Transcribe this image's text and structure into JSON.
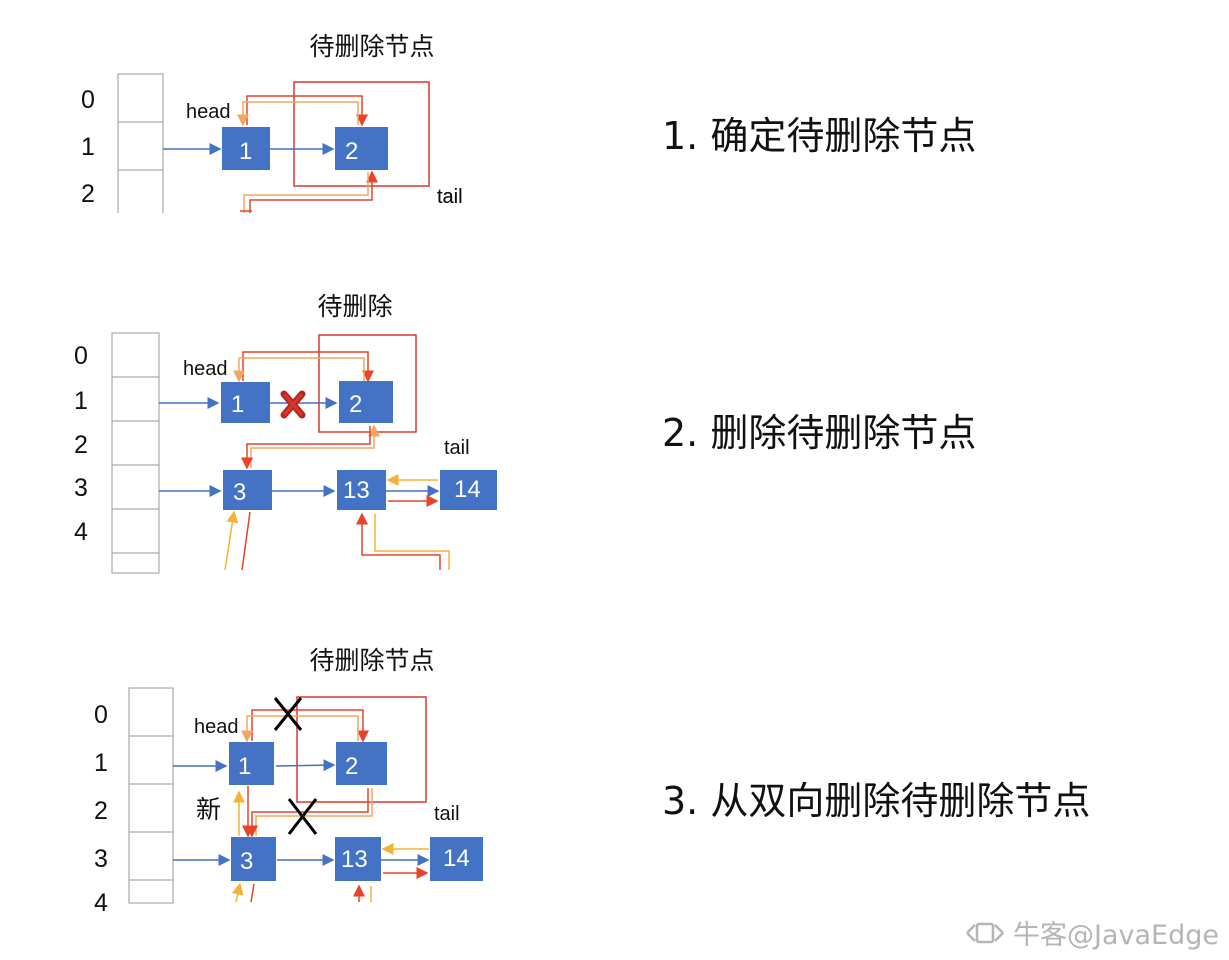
{
  "panels": [
    {
      "title": "待删除节点",
      "indices": [
        "0",
        "1",
        "2"
      ],
      "head_label": "head",
      "tail_label": "tail",
      "nodes": [
        "1",
        "2"
      ],
      "step_text": "1. 确定待删除节点"
    },
    {
      "title": "待删除",
      "indices": [
        "0",
        "1",
        "2",
        "3",
        "4"
      ],
      "head_label": "head",
      "tail_label": "tail",
      "nodes": [
        "1",
        "2",
        "3",
        "13",
        "14"
      ],
      "step_text": "2. 删除待删除节点"
    },
    {
      "title": "待删除节点",
      "indices": [
        "0",
        "1",
        "2",
        "3",
        "4"
      ],
      "head_label": "head",
      "tail_label": "tail",
      "new_label": "新",
      "nodes": [
        "1",
        "2",
        "3",
        "13",
        "14"
      ],
      "step_text": "3. 从双向删除待删除节点"
    }
  ],
  "watermark": {
    "text": "牛客@JavaEdge",
    "icon": "brand-logo-icon"
  },
  "colors": {
    "node_fill": "#4472C4",
    "link_arrow": "#4472C4",
    "red_arrow": "#E8432B",
    "orange_arrow": "#F0A860",
    "yellow_arrow": "#F5B335",
    "highlight_box": "#D63A2E",
    "delete_mark": "#B3261E"
  }
}
